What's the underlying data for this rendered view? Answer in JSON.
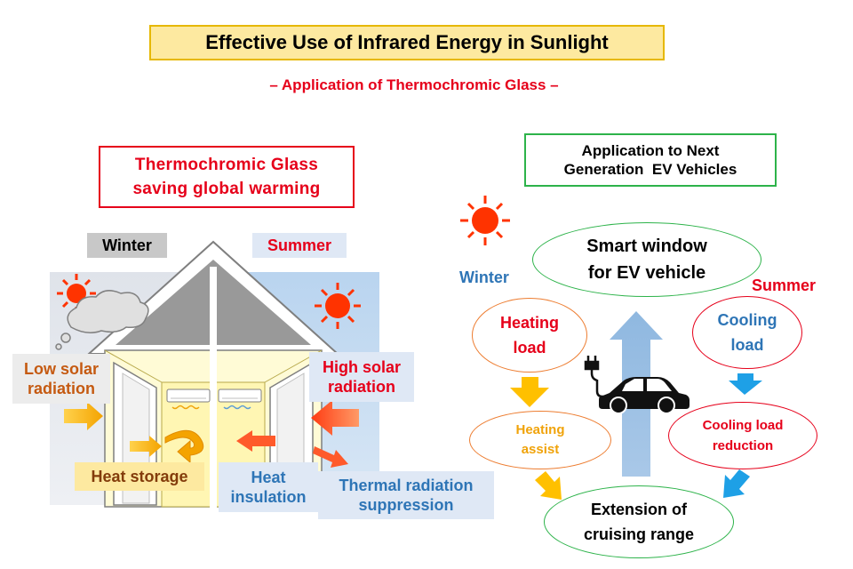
{
  "header": {
    "title": "Effective Use of Infrared Energy in Sunlight",
    "subtitle": "– Application of Thermochromic Glass –"
  },
  "left_panel": {
    "heading_line1": "Thermochromic Glass",
    "heading_line2": "saving global warming",
    "winter_tag": "Winter",
    "summer_tag": "Summer",
    "low_solar_line1": "Low solar",
    "low_solar_line2": "radiation",
    "high_solar_line1": "High solar",
    "high_solar_line2": "radiation",
    "heat_storage": "Heat storage",
    "heat_insulation_line1": "Heat",
    "heat_insulation_line2": "insulation",
    "thermal_line1": "Thermal radiation",
    "thermal_line2": "suppression"
  },
  "right_panel": {
    "heading_line1": "Application to Next",
    "heading_line2": "Generation  EV Vehicles",
    "winter_label": "Winter",
    "summer_label": "Summer",
    "smart_window_line1": "Smart window",
    "smart_window_line2": "for EV vehicle",
    "heating_load_line1": "Heating",
    "heating_load_line2": "load",
    "cooling_load_line1": "Cooling",
    "cooling_load_line2": "load",
    "heating_assist_line1": "Heating",
    "heating_assist_line2": "assist",
    "cooling_reduction_line1": "Cooling load",
    "cooling_reduction_line2": "reduction",
    "extension_line1": "Extension of",
    "extension_line2": "cruising range"
  },
  "colors": {
    "red": "#e6001a",
    "green": "#2db34a",
    "blue": "#2e75b6",
    "orange": "#ed7d31",
    "yellow_fill": "#fde9a0",
    "gold_border": "#e6b800"
  },
  "icons": [
    "sun-icon",
    "cloud-icon",
    "ev-car-icon",
    "plug-icon",
    "air-conditioner-icon"
  ]
}
